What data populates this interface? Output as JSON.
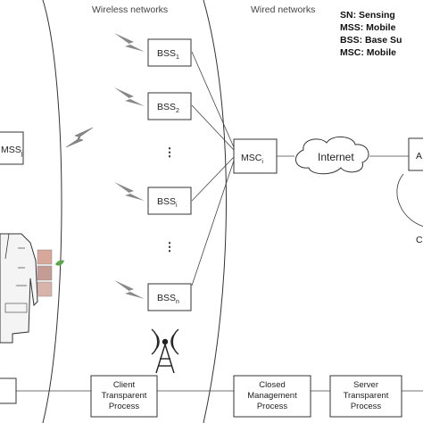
{
  "colors": {
    "line": "#333333",
    "box_fill": "#ffffff",
    "bolt": "#888888",
    "photo1": "#d9a79a",
    "photo2": "#c59c94",
    "photo3": "#d7b3aa",
    "leaf": "#5aa64a"
  },
  "sections": {
    "wireless": "Wireless networks",
    "wired": "Wired networks"
  },
  "legend": [
    "SN: Sensing",
    "MSS: Mobile",
    "BSS: Base Su",
    "MSC: Mobile"
  ],
  "mss": {
    "base": "MSS",
    "sub": "j"
  },
  "bss": [
    {
      "base": "BSS",
      "sub": "1"
    },
    {
      "base": "BSS",
      "sub": "2"
    },
    {
      "base": "BSS",
      "sub": "i"
    },
    {
      "base": "BSS",
      "sub": "n"
    }
  ],
  "vdots": [
    "⋮",
    "⋮"
  ],
  "msc": {
    "base": "MSC",
    "sub": "i"
  },
  "internet": "Internet",
  "right_box": {
    "label": "A"
  },
  "right_caption": "C",
  "icons": [
    "lightning-bolt-icon",
    "radio-tower-icon",
    "garment-icon"
  ],
  "processes": [
    {
      "lines": [
        "Client",
        "Transparent",
        "Process"
      ]
    },
    {
      "lines": [
        "Closed",
        "Management",
        "Process"
      ]
    },
    {
      "lines": [
        "Server",
        "Transparent",
        "Process"
      ]
    }
  ]
}
